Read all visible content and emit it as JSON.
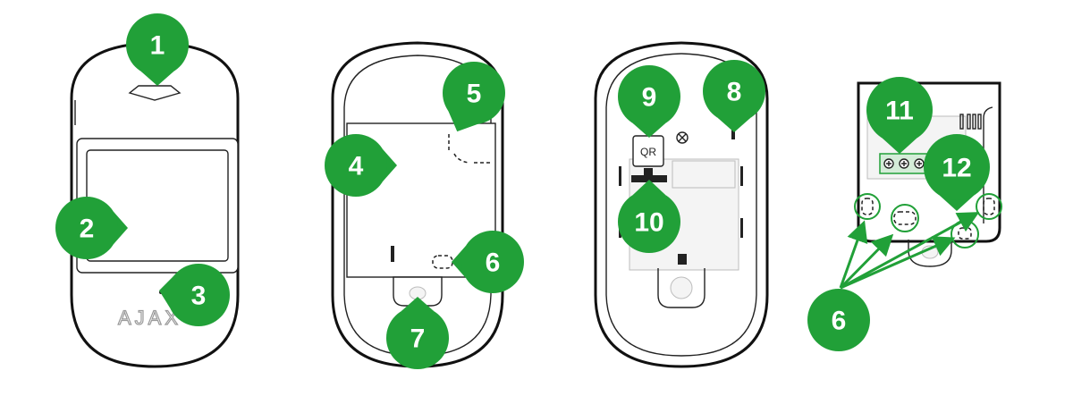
{
  "colors": {
    "badge": "#21a038",
    "outline": "#111111",
    "background": "#ffffff"
  },
  "views": [
    {
      "id": "front",
      "logo": "AJAX"
    },
    {
      "id": "rear-open"
    },
    {
      "id": "board",
      "qr_label": "QR"
    },
    {
      "id": "terminals"
    }
  ],
  "callouts": [
    {
      "number": "1"
    },
    {
      "number": "2"
    },
    {
      "number": "3"
    },
    {
      "number": "4"
    },
    {
      "number": "5"
    },
    {
      "number": "6"
    },
    {
      "number": "7"
    },
    {
      "number": "8"
    },
    {
      "number": "9"
    },
    {
      "number": "10"
    },
    {
      "number": "11"
    },
    {
      "number": "12"
    },
    {
      "number": "6"
    }
  ]
}
